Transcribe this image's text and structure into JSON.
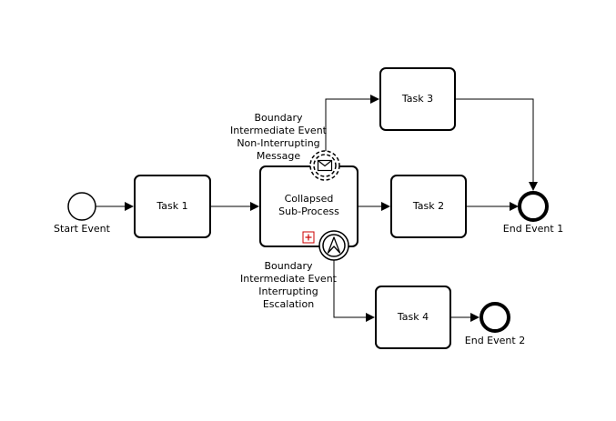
{
  "diagram": {
    "events": {
      "start": {
        "label": "Start Event"
      },
      "end1": {
        "label": "End Event 1"
      },
      "end2": {
        "label": "End Event 2"
      }
    },
    "tasks": {
      "task1": {
        "label": "Task 1"
      },
      "task2": {
        "label": "Task 2"
      },
      "task3": {
        "label": "Task 3"
      },
      "task4": {
        "label": "Task 4"
      }
    },
    "subprocess": {
      "line1": "Collapsed",
      "line2": "Sub-Process"
    },
    "boundary_message": {
      "line1": "Boundary",
      "line2": "Intermediate Event",
      "line3": "Non-Interrupting",
      "line4": "Message"
    },
    "boundary_escalation": {
      "line1": "Boundary",
      "line2": "Intermediate Event",
      "line3": "Interrupting",
      "line4": "Escalation"
    },
    "colors": {
      "stroke": "#000000",
      "collapse_marker": "#cc0000",
      "background": "#ffffff"
    }
  }
}
